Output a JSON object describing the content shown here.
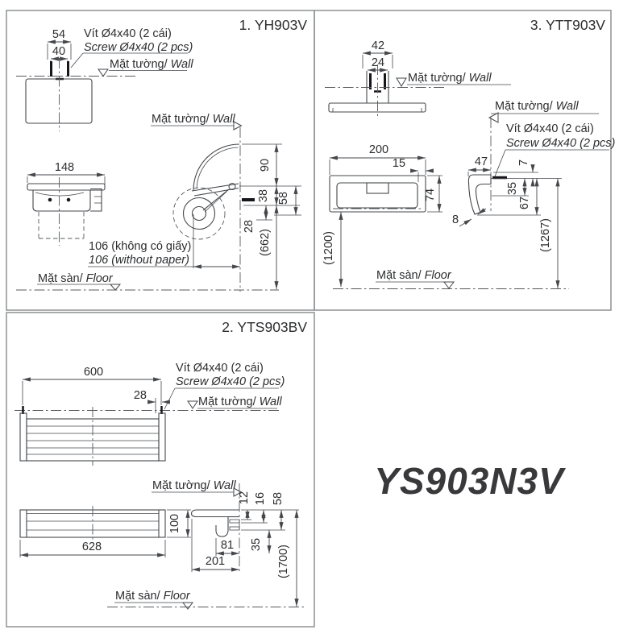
{
  "product_code": "YS903N3V",
  "common": {
    "wall_vi": "Mặt tường/",
    "wall_en": "Wall",
    "floor_vi": "Mặt sàn/",
    "floor_en": "Floor",
    "screw_vi": "Vít Ø4x40 (2 cái)",
    "screw_en": "Screw Ø4x40 (2 pcs)"
  },
  "panel1": {
    "title": "1. YH903V",
    "dims": {
      "d54": "54",
      "d40": "40",
      "d148": "148",
      "d90": "90",
      "d38": "38",
      "d58": "58",
      "d28": "28",
      "d662": "(662)",
      "d106vi": "106 (không có giấy)",
      "d106en": "106 (without paper)"
    }
  },
  "panel2": {
    "title": "2. YTS903BV",
    "dims": {
      "d600": "600",
      "d28": "28",
      "d628": "628",
      "d100": "100",
      "d12": "12",
      "d16": "16",
      "d58": "58",
      "d35": "35",
      "d81": "81",
      "d201": "201",
      "d1700": "(1700)"
    }
  },
  "panel3": {
    "title": "3. YTT903V",
    "dims": {
      "d42": "42",
      "d24": "24",
      "d200": "200",
      "d15": "15",
      "d74": "74",
      "d47": "47",
      "d7": "7",
      "d35": "35",
      "d67": "67",
      "d8": "8",
      "d1200": "(1200)",
      "d1267": "(1267)"
    }
  }
}
